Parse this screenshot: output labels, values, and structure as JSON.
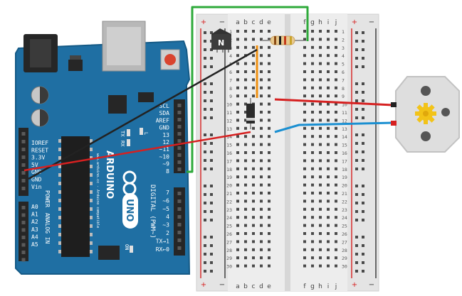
{
  "arduino": {
    "logo": "ARDUINO",
    "model": "UNO",
    "url": "www.arduino.cc - Arduino compatible",
    "section_power": "POWER",
    "section_analog": "ANALOG IN",
    "section_digital": "DIGITAL (PWM~)",
    "on_label": "ON",
    "tx_label": "TX",
    "rx_label": "RX",
    "l_label": "L",
    "power_pins": [
      "IOREF",
      "RESET",
      "3.3V",
      "5V",
      "GND",
      "GND",
      "Vin"
    ],
    "analog_pins": [
      "A0",
      "A1",
      "A2",
      "A3",
      "A4",
      "A5"
    ],
    "digital_top": [
      "SCL",
      "SDA",
      "AREF",
      "GND",
      "13",
      "12",
      "~11",
      "~10",
      "~9",
      "8"
    ],
    "digital_bottom": [
      "7",
      "~6",
      "~5",
      "4",
      "~3",
      "2",
      "TX→1",
      "RX←0"
    ]
  },
  "breadboard": {
    "columns_left": [
      "a",
      "b",
      "c",
      "d",
      "e"
    ],
    "columns_right": [
      "f",
      "g",
      "h",
      "i",
      "j"
    ],
    "rows_visible": 30,
    "rail_plus": "+",
    "rail_minus": "−"
  },
  "transistor": {
    "marking": "N"
  },
  "colors": {
    "board": "#1f6fa3",
    "board_edge": "#155a86",
    "header": "#262626",
    "wire_red": "#d62020",
    "wire_black": "#222222",
    "wire_green": "#2eaa3a",
    "wire_blue": "#1a8fd1",
    "wire_orange": "#f09010",
    "motor_gear": "#f2c318"
  }
}
